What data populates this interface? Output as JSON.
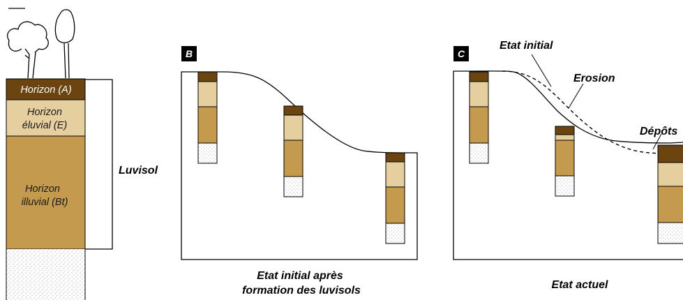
{
  "colors": {
    "horizon_a": "#6b4410",
    "horizon_e": "#e6cf9f",
    "horizon_bt": "#c39a4e",
    "parent_material": "#ffffff",
    "outline": "#000000"
  },
  "panel_a": {
    "horizon_a": "Horizon (A)",
    "horizon_e_line1": "Horizon",
    "horizon_e_line2": "éluvial (E)",
    "horizon_bt_line1": "Horizon",
    "horizon_bt_line2": "illuvial (Bt)",
    "bracket_label": "Luvisol"
  },
  "panel_b": {
    "letter": "B",
    "caption_line1": "Etat initial après",
    "caption_line2": "formation des luvisols"
  },
  "panel_c": {
    "letter": "C",
    "label_initial": "Etat initial",
    "label_erosion": "Erosion",
    "label_deposits": "Dépôts",
    "caption": "Etat actuel"
  }
}
